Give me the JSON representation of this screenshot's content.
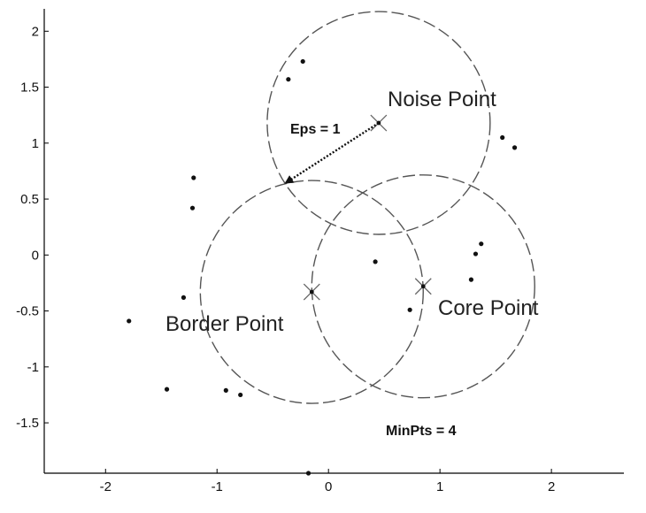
{
  "chart_data": {
    "type": "scatter",
    "xlim": [
      -2.55,
      2.65
    ],
    "ylim": [
      -1.95,
      2.2
    ],
    "x_ticks": [
      -2,
      -1,
      0,
      1,
      2
    ],
    "y_ticks": [
      2,
      1.5,
      1,
      0.5,
      0,
      -0.5,
      -1,
      -1.5
    ],
    "x_tick_labels": [
      "-2",
      "-1",
      "0",
      "1",
      "2"
    ],
    "y_tick_labels": [
      "2",
      "1.5",
      "1",
      "0.5",
      "0",
      "-0.5",
      "-1",
      "-1.5"
    ],
    "grid": false,
    "points": [
      {
        "x": -0.23,
        "y": 1.73
      },
      {
        "x": -0.36,
        "y": 1.57
      },
      {
        "x": 1.56,
        "y": 1.05
      },
      {
        "x": 1.67,
        "y": 0.96
      },
      {
        "x": -1.21,
        "y": 0.69
      },
      {
        "x": -1.22,
        "y": 0.42
      },
      {
        "x": 0.42,
        "y": -0.06
      },
      {
        "x": 1.37,
        "y": 0.1
      },
      {
        "x": 1.32,
        "y": 0.01
      },
      {
        "x": 1.28,
        "y": -0.22
      },
      {
        "x": 0.73,
        "y": -0.49
      },
      {
        "x": -1.3,
        "y": -0.38
      },
      {
        "x": -1.79,
        "y": -0.59
      },
      {
        "x": -1.45,
        "y": -1.2
      },
      {
        "x": -0.92,
        "y": -1.21
      },
      {
        "x": -0.79,
        "y": -1.25
      },
      {
        "x": -0.18,
        "y": -1.95
      }
    ],
    "special_points": [
      {
        "role": "noise",
        "x": 0.45,
        "y": 1.18
      },
      {
        "role": "border",
        "x": -0.15,
        "y": -0.33
      },
      {
        "role": "core",
        "x": 0.85,
        "y": -0.28
      }
    ],
    "eps": 1,
    "annotations": {
      "noise_label": "Noise Point",
      "border_label": "Border Point",
      "core_label": "Core Point",
      "eps_label": "Eps = 1",
      "minpts_label": "MinPts = 4"
    }
  }
}
